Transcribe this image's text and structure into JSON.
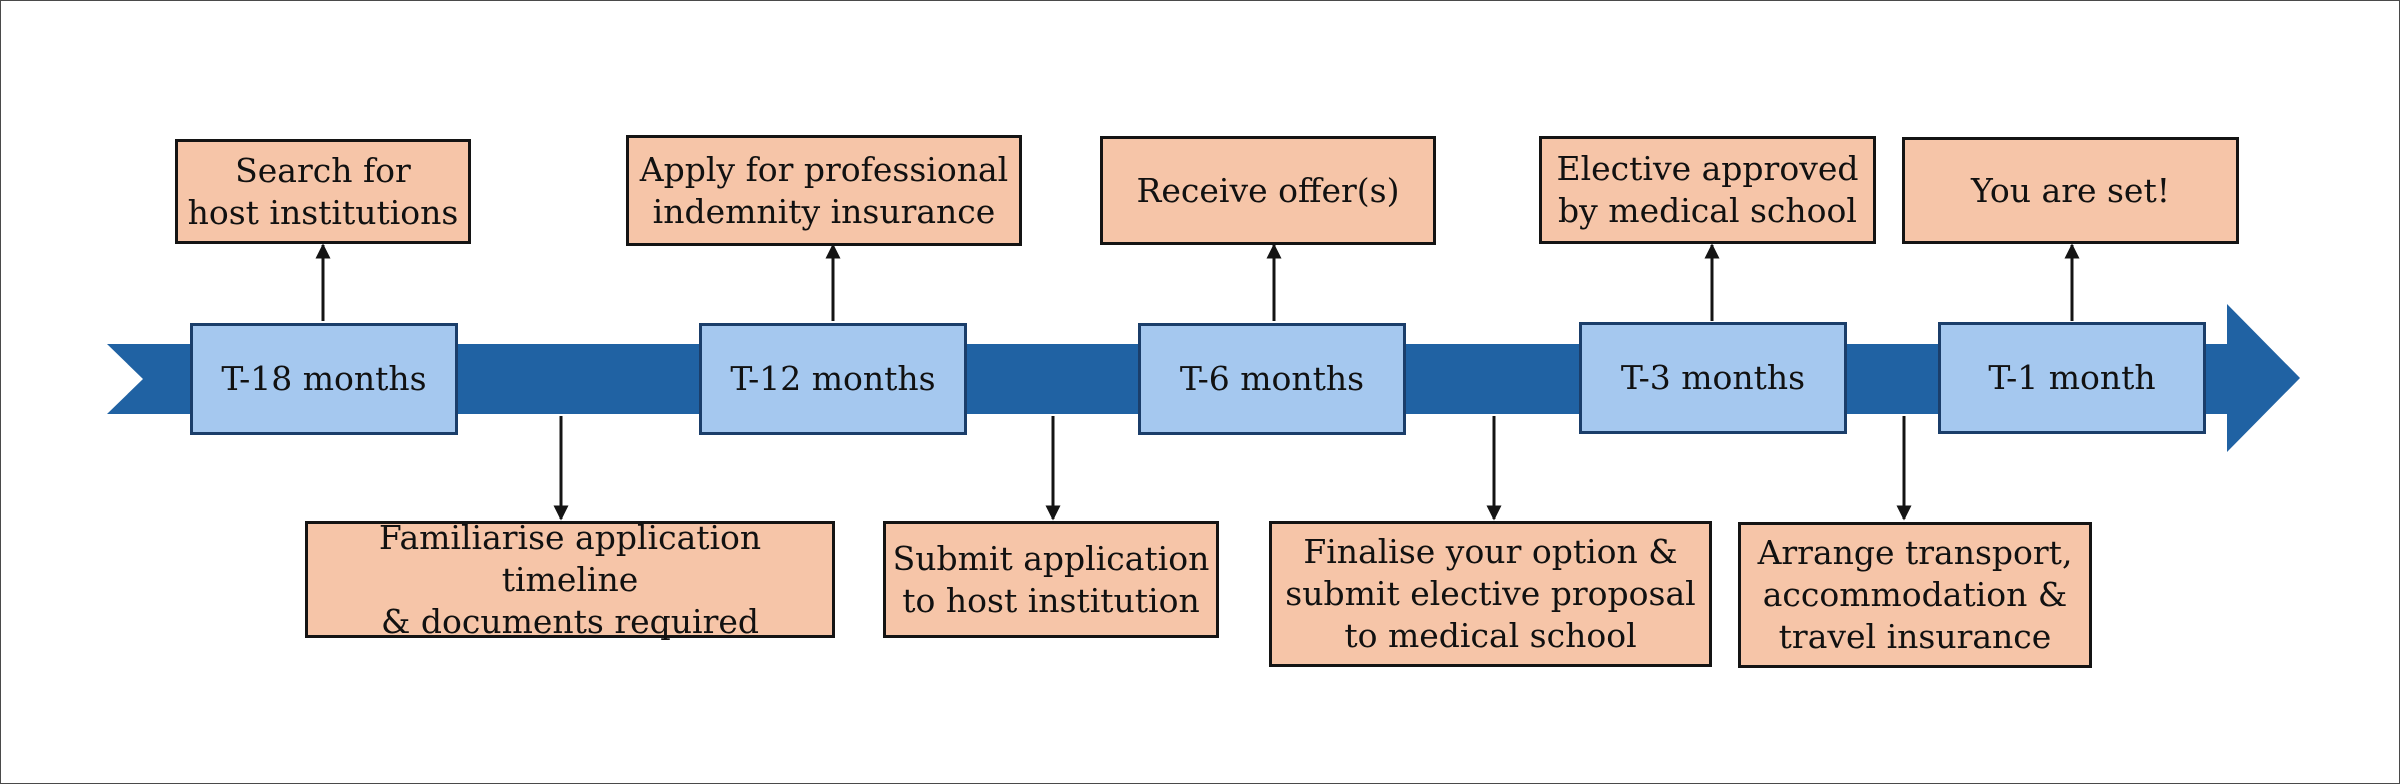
{
  "colors": {
    "arrow": "#2062a3",
    "milestone_fill": "#a5c8ef",
    "milestone_border": "#1b3e6a",
    "event_fill": "#f6c5a8",
    "event_border": "#141414",
    "connector": "#141414"
  },
  "milestones": [
    {
      "label": "T-18 months"
    },
    {
      "label": "T-12 months"
    },
    {
      "label": "T-6 months"
    },
    {
      "label": "T-3 months"
    },
    {
      "label": "T-1 month"
    }
  ],
  "events_above": [
    {
      "text": "Search for\nhost institutions"
    },
    {
      "text": "Apply for professional\nindemnity insurance"
    },
    {
      "text": "Receive offer(s)"
    },
    {
      "text": "Elective approved\nby medical school"
    },
    {
      "text": "You are set!"
    }
  ],
  "events_below": [
    {
      "text": "Familiarise application timeline\n& documents required"
    },
    {
      "text": "Submit application\nto host institution"
    },
    {
      "text": "Finalise your option &\nsubmit elective proposal\nto medical school"
    },
    {
      "text": "Arrange transport,\naccommodation &\ntravel insurance"
    }
  ]
}
